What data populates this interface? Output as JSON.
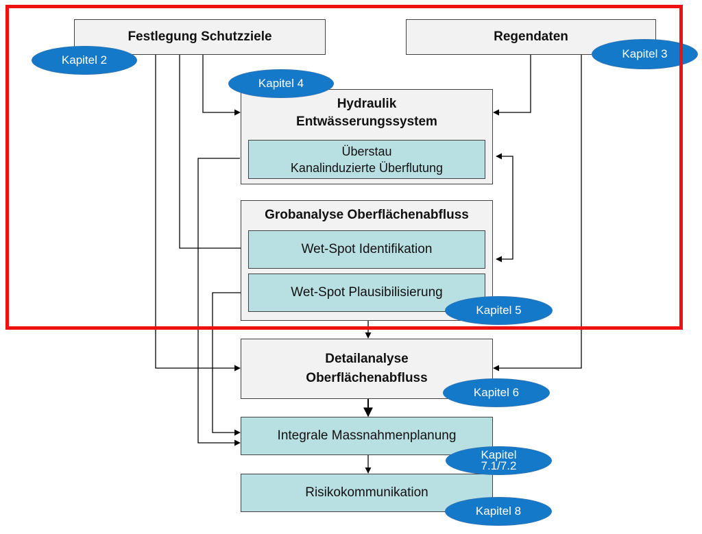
{
  "nodes": {
    "schutzziele": "Festlegung Schutzziele",
    "regendaten": "Regendaten",
    "hydraulik_title_1": "Hydraulik",
    "hydraulik_title_2": "Entwässerungssystem",
    "ueberstau_1": "Überstau",
    "ueberstau_2": "Kanalinduzierte Überflutung",
    "grobanalyse_title": "Grobanalyse Oberflächenabfluss",
    "wetspot_ident": "Wet-Spot Identifikation",
    "wetspot_plaus": "Wet-Spot Plausibilisierung",
    "detail_1": "Detailanalyse",
    "detail_2": "Oberflächenabfluss",
    "massnahmen": "Integrale Massnahmenplanung",
    "risiko": "Risikokommunikation"
  },
  "chapters": {
    "k2": "Kapitel 2",
    "k3": "Kapitel 3",
    "k4": "Kapitel 4",
    "k5": "Kapitel 5",
    "k6": "Kapitel 6",
    "k7_1": "Kapitel",
    "k7_2": "7.1/7.2",
    "k8": "Kapitel 8"
  },
  "colors": {
    "box_grey": "#f2f2f2",
    "box_teal": "#b8dfe2",
    "ellipse_blue": "#1479c9",
    "highlight_frame": "#ee1111"
  }
}
